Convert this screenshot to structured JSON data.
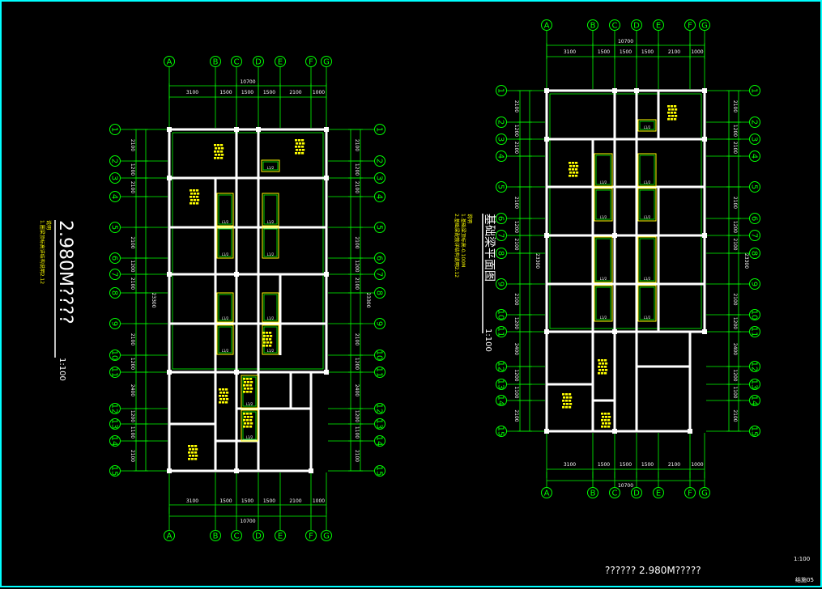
{
  "colors": {
    "background": "#000000",
    "grid": "#00ff00",
    "wall": "#ffffff",
    "beam": "#ffff00",
    "note": "#ffff00",
    "frame": "#00ffff"
  },
  "axis_letters": [
    "A",
    "B",
    "C",
    "D",
    "E",
    "F",
    "G"
  ],
  "axis_numbers": [
    "1",
    "2",
    "3",
    "4",
    "5",
    "6",
    "7",
    "8",
    "9",
    "10",
    "11",
    "12",
    "13",
    "14",
    "15"
  ],
  "horizontal_dims": [
    "3100",
    "1500",
    "1500",
    "1500",
    "2100",
    "1000"
  ],
  "horizontal_total": "10700",
  "vertical_dims": [
    "2100",
    "1200",
    "2100",
    "2100",
    "1200",
    "2100",
    "2100",
    "1200",
    "2400",
    "1200",
    "1100",
    "2100"
  ],
  "vertical_total": "23300",
  "left_drawing": {
    "title": "2.980M????",
    "scale": "1:100",
    "note_heading": "说明",
    "note_lines": [
      "1.圈梁顶标高详结构说明2.12"
    ]
  },
  "right_drawing": {
    "title": "基础梁平面图",
    "scale": "1:100",
    "note_heading": "说明",
    "note_lines": [
      "1.基础梁顶标高-0.100M",
      "2.基础梁配筋详结构说明2.12"
    ]
  },
  "beam_tag": "L1/2",
  "footer": {
    "caption": "?????? 2.980M?????",
    "scale": "1:100",
    "sheet": "结施05"
  }
}
